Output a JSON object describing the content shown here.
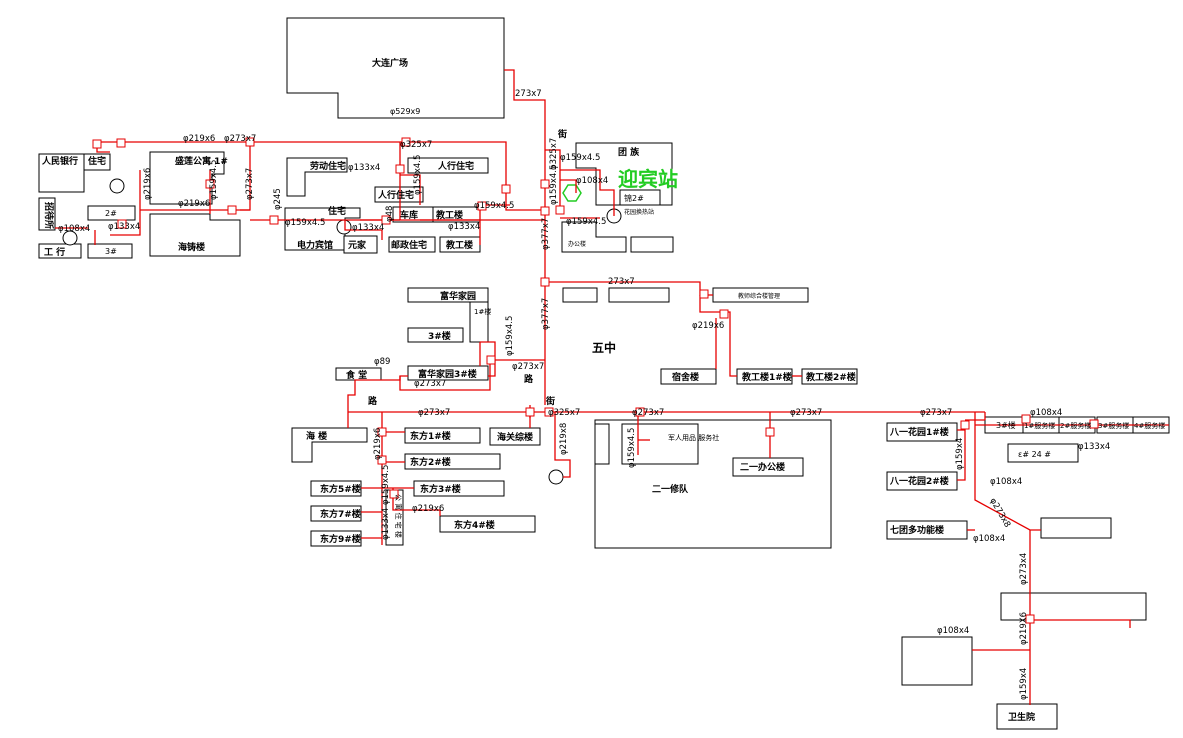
{
  "colors": {
    "pipe": "#e60000",
    "building_stroke": "#000000",
    "highlight": "#22cc22"
  },
  "labels": {
    "dalian_square": "大连广场",
    "pipe_main_top": "φ529x9",
    "yingbin_station": "迎宾站",
    "wuzhong": "五中",
    "renmin_bank": "人民银行",
    "zhuzhai_1": "住宅",
    "zhaodaisuo": "招待所",
    "gongqi": "工 行",
    "shenglian_gongyu": "盛莲公寓 1#",
    "building_2": "2#",
    "building_3": "3#",
    "haiyoulou": "海铸楼",
    "laodong_zhuzhai": "劳动住宅",
    "renhang_zhuzhai": "人行住宅",
    "renhang_zhuzhai_2": "人行住宅",
    "zhuzhai_2": "住宅",
    "cheku": "车库",
    "jiaogonglou": "教工楼",
    "jiaogonglou_2": "教工楼",
    "dianli_binguan": "电力宾馆",
    "yuanjia": "元家",
    "youzheng_zhuzhai": "邮政住宅",
    "tuan_dui": "团 族",
    "jinhua_2": "锦2#",
    "garden_station": "花园换热站",
    "small_lbl_1": "办公楼",
    "fuhua_jiayuan": "富华家园",
    "building_1_tall": "1#楼",
    "building_3_tall": "3#楼",
    "fuhua_jiayuan_3": "富华家园3#楼",
    "shitang": "食 堂",
    "jiaogonglou_1": "教工楼1#楼",
    "jiaogonglou_2b": "教工楼2#楼",
    "sushelou": "宿舍楼",
    "wide_label": "教师综合楼管理",
    "hailou": "海 楼",
    "dongfang_1": "东方1#楼",
    "dongfang_2": "东方2#楼",
    "dongfang_3": "东方3#楼",
    "dongfang_4": "东方4#楼",
    "dongfang_5": "东方5#楼",
    "dongfang_7": "东方7#楼",
    "dongfang_9": "东方9#楼",
    "haiguan_zonglou": "海关综楼",
    "junren_fuwushe": "军人用品\n服务社",
    "erlou_dui": "二一修队",
    "er_yi_bangonglou": "二一办公楼",
    "bayi_huayuan_1": "八一花园1#楼",
    "bayi_huayuan_2": "八一花园2#楼",
    "building_3_right": "3#楼",
    "fuwulou_1": "1#服务楼",
    "fuwulou_2": "2#服务楼",
    "fuwulou_3": "3#服务楼",
    "fuwulou_4": "4#服务楼",
    "code_24": "ε# 24 #",
    "qituan_duogongneng": "七团多功能楼",
    "weishengyuan": "卫生院",
    "vertical_small": "公 寓 住 宅 楼",
    "lu": "路",
    "jie": "街",
    "jie_2": "街",
    "lu_2": "路"
  },
  "pipes": {
    "p1": "273x7",
    "p2": "φ219x6",
    "p3": "φ273x7",
    "p4": "φ325x7",
    "p5": "φ325x7",
    "p6": "φ159x4.5",
    "p7": "φ108x4",
    "p8": "φ159x4.5",
    "p9": "φ159x4.5",
    "p10": "φ273x7",
    "p11": "φ377x7",
    "p12": "φ377x7",
    "p13": "φ219x6",
    "p14": "φ159x4.5",
    "p15": "273x7",
    "p16": "φ273x7",
    "p17": "φ273x7",
    "p18": "φ325x7",
    "p19": "φ273x7",
    "p20": "φ273x7",
    "p21": "φ273x7",
    "p22": "φ108x4",
    "p23": "φ133x4",
    "p24": "φ108x4",
    "p25": "φ273x8",
    "p26": "φ108x4",
    "p27": "φ273x4",
    "p28": "φ219X6",
    "p29": "φ108x4",
    "p30": "φ159x4",
    "p31": "φ159x4.5",
    "p32": "φ219x6",
    "p33": "φ133x4",
    "p34": "φ108x4",
    "p35": "φ133x4",
    "p36": "φ159x4.5",
    "p37": "φ133x4",
    "p38": "φ159x4.5",
    "p39": "φ133x4",
    "p40": "φ159x4.5",
    "p41": "φ245",
    "p42": "φ219x6",
    "p43": "φ219x6",
    "p44": "φ219x8",
    "p45": "φ219x6",
    "p46": "φ89",
    "p47": "φ48",
    "p48": "φ133x4",
    "p49": "φ159x4.5",
    "p50": "φ159x4.5"
  }
}
